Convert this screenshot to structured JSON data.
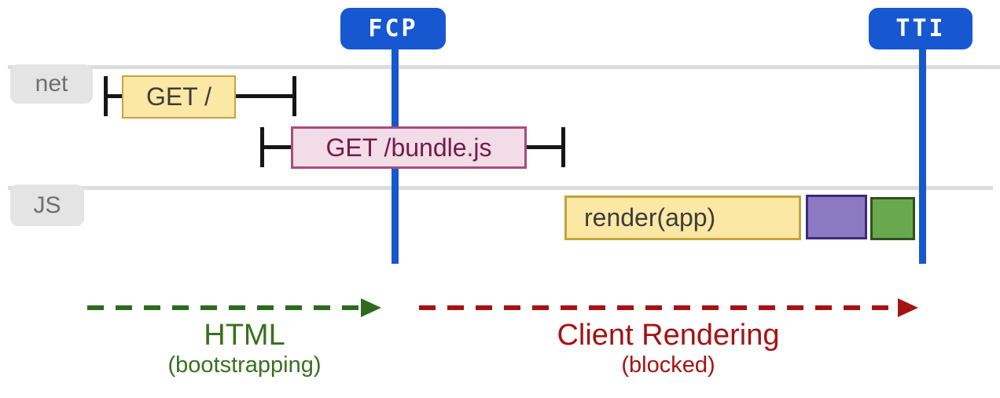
{
  "diagram": {
    "markers": [
      {
        "id": "fcp",
        "label": "FCP"
      },
      {
        "id": "tti",
        "label": "TTI"
      }
    ],
    "tracks": [
      {
        "id": "net",
        "label": "net"
      },
      {
        "id": "js",
        "label": "JS"
      }
    ],
    "network_events": [
      {
        "label": "GET /"
      },
      {
        "label": "GET /bundle.js"
      }
    ],
    "js_events": [
      {
        "label": "render(app)"
      },
      {
        "name": "purple-task",
        "label": ""
      },
      {
        "name": "green-task",
        "label": ""
      }
    ],
    "phases": [
      {
        "label": "HTML",
        "sublabel": "(bootstrapping)"
      },
      {
        "label": "Client Rendering",
        "sublabel": "(blocked)"
      }
    ],
    "colors": {
      "marker_blue": "#1757d0",
      "task_yellow_fill": "#fbe8a5",
      "task_yellow_border": "#c7a33c",
      "task_pink_fill": "#f1dce8",
      "task_pink_border": "#a64d79",
      "task_pink_text": "#741b47",
      "task_purple_fill": "#8b7ac2",
      "task_purple_border": "#3d2a7a",
      "task_green_fill": "#6aa84f",
      "task_green_border": "#2f511d",
      "phase_html_green": "#2d6a1f",
      "phase_client_red": "#a61212",
      "track_badge_gray": "#e4e4e4",
      "track_line_gray": "#dcdcdc"
    }
  }
}
